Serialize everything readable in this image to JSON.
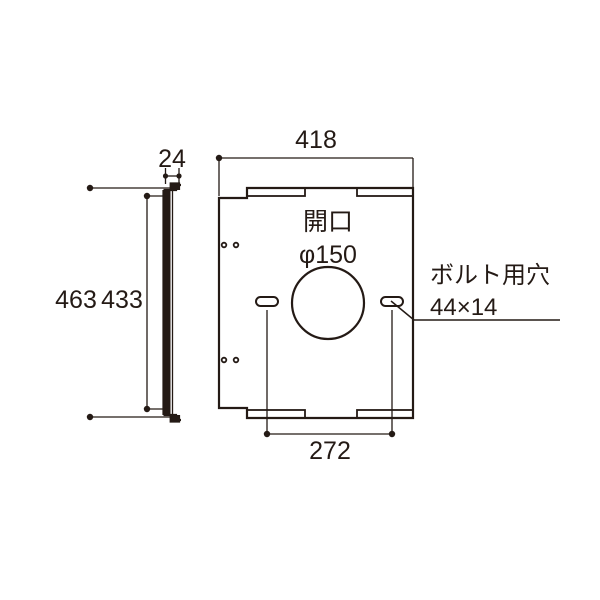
{
  "drawing": {
    "type": "mechanical-part-drawing",
    "background_color": "#ffffff",
    "line_color": "#241a15",
    "views": {
      "side_view": {
        "name": "side-section-view",
        "dimensions": {
          "thickness_label": "24",
          "overall_height_label": "463",
          "inner_height_label": "433"
        }
      },
      "front_view": {
        "name": "front-plate-view",
        "dimensions": {
          "width_label": "418",
          "bolt_pitch_label": "272"
        },
        "features": {
          "opening_label": "開口",
          "opening_diameter_label": "φ150",
          "bolt_hole_label": "ボルト用穴",
          "bolt_hole_size_label": "44×14"
        }
      }
    },
    "labels": {
      "width_418": "418",
      "thickness_24": "24",
      "height_463": "463",
      "height_433": "433",
      "pitch_272": "272",
      "opening": "開口",
      "opening_dia": "φ150",
      "bolt_hole_title": "ボルト用穴",
      "bolt_hole_size": "44×14"
    }
  }
}
